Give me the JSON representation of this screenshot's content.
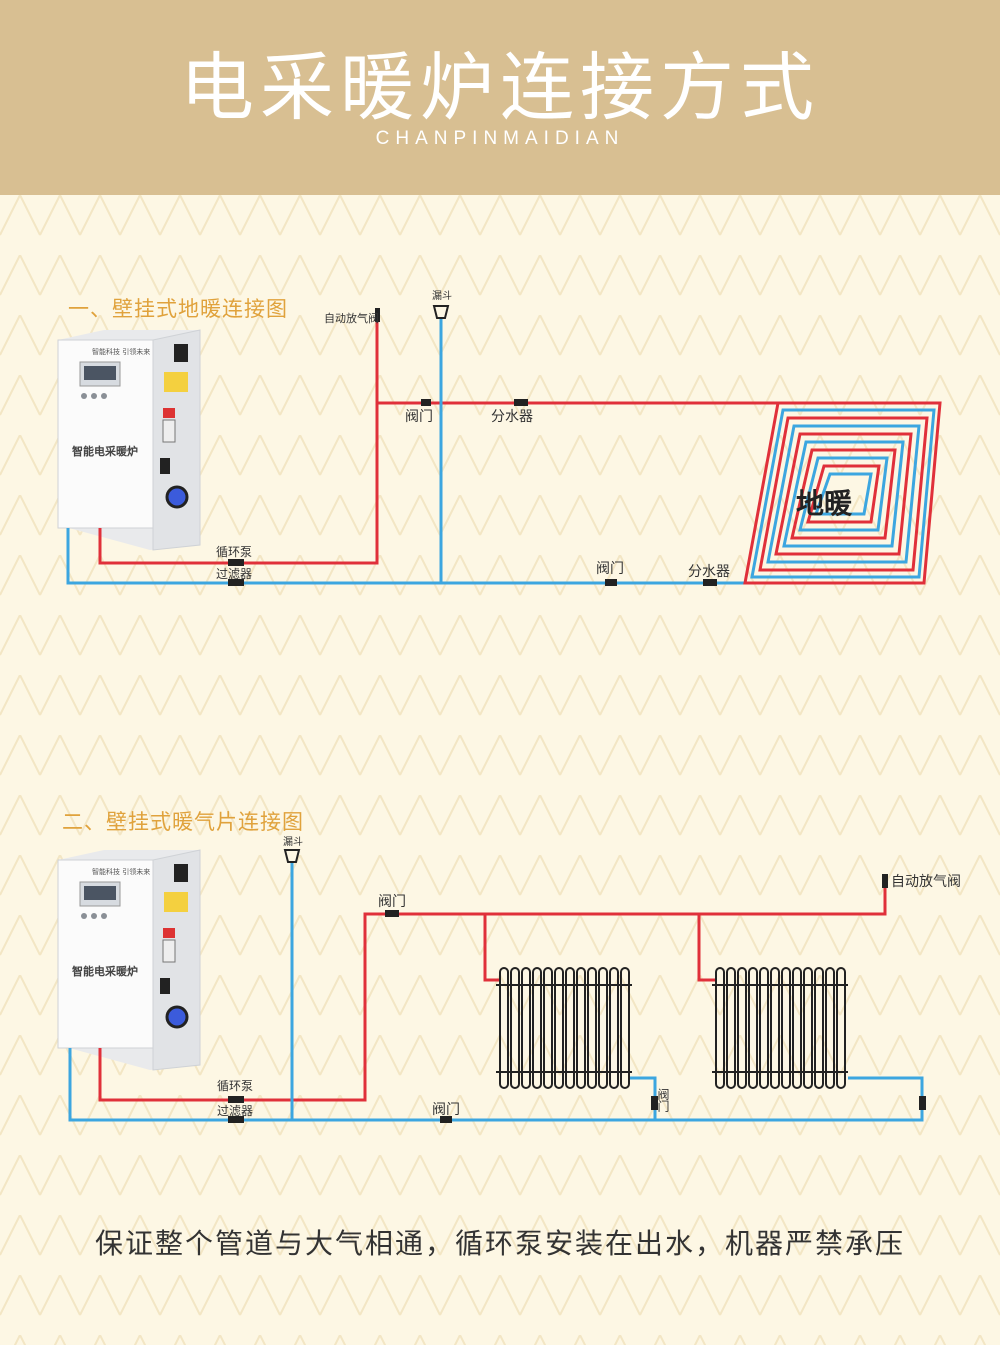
{
  "header": {
    "title": "电采暖炉连接方式",
    "subtitle": "CHANPINMAIDIAN",
    "background_color": "#d8bf92"
  },
  "section1": {
    "title": "一、壁挂式地暖连接图",
    "labels": {
      "auto_air_valve": "自动放气阀",
      "funnel": "漏斗",
      "valve_top": "阀门",
      "manifold_top": "分水器",
      "pump": "循环泵",
      "filter": "过滤器",
      "valve_bottom": "阀门",
      "manifold_bottom": "分水器",
      "floor_heating": "地暖"
    }
  },
  "section2": {
    "title": "二、壁挂式暖气片连接图",
    "labels": {
      "funnel": "漏斗",
      "valve_top": "阀门",
      "auto_air_valve": "自动放气阀",
      "pump": "循环泵",
      "filter": "过滤器",
      "valve_bottom": "阀门",
      "valve_radiator": "阀门"
    }
  },
  "boiler": {
    "brand_text": "智能电采暖炉",
    "sub_text": "智能科技  引领未来"
  },
  "footer": {
    "text": "保证整个管道与大气相通，循环泵安装在出水，机器严禁承压"
  },
  "colors": {
    "supply_pipe": "#e0303a",
    "return_pipe": "#3ca6e0",
    "section_title": "#e0a23c"
  }
}
